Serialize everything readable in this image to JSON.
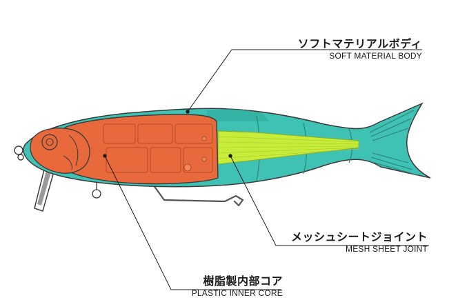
{
  "labels": {
    "soft_body": {
      "jp": "ソフトマテリアルボディ",
      "en": "SOFT MATERIAL BODY"
    },
    "mesh_joint": {
      "jp": "メッシュシートジョイント",
      "en": "MESH SHEET JOINT"
    },
    "inner_core": {
      "jp": "樹脂製内部コア",
      "en": "PLASTIC INNER CORE"
    }
  },
  "colors": {
    "body_teal": "#3fc1b3",
    "core_orange": "#e86a3c",
    "mesh_green": "#c8ec3a",
    "outline": "#3a3a3a"
  }
}
